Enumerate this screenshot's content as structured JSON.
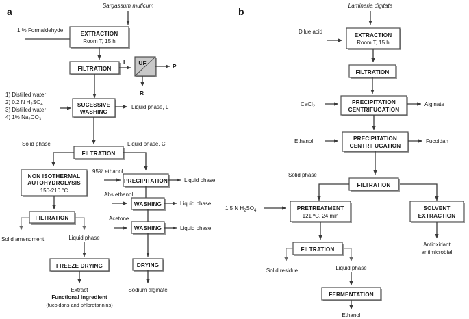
{
  "figure": {
    "panels": [
      {
        "id": "a",
        "letter": "a",
        "feedstock": "Sargassum muticum",
        "inputs": {
          "formaldehyde": "1 % Formaldehyde",
          "wash_1": "1) Distilled water",
          "wash_2a": "2) 0.2 N H",
          "wash_2b": "2",
          "wash_2c": "SO",
          "wash_2d": "4",
          "wash_3": "3) Distilled water",
          "wash_4a": "4) 1% Na",
          "wash_4b": "2",
          "wash_4c": "CO",
          "wash_4d": "3",
          "ethanol95": "95% ethanol",
          "abs_ethanol": "Abs ethanol",
          "acetone": "Acetone"
        },
        "boxes": {
          "extraction": "EXTRACTION",
          "extraction_sub": "Room T, 15 h",
          "filtration1": "FILTRATION",
          "uf": "UF",
          "washing_succ_1": "SUCESSIVE",
          "washing_succ_2": "WASHING",
          "filtration2": "FILTRATION",
          "autohydrolysis_1": "NON ISOTHERMAL",
          "autohydrolysis_2": "AUTOHYDROLYSIS",
          "autohydrolysis_sub": "150-210 °C",
          "filtration3": "FILTRATION",
          "freeze_drying": "FREEZE DRYING",
          "precipitation": "PRECIPITATION",
          "washing1": "WASHING",
          "washing2": "WASHING",
          "drying": "DRYING"
        },
        "streams": {
          "f": "F",
          "p": "P",
          "r": "R",
          "liquid_L": "Liquid phase, L",
          "solid_phase": "Solid phase",
          "liquid_C": "Liquid phase, C",
          "liquid_1": "Liquid phase",
          "liquid_2": "Liquid phase",
          "liquid_3": "Liquid phase",
          "liquid_4": "Liquid phase",
          "solid_amendment": "Solid amendment"
        },
        "products": {
          "extract": "Extract",
          "functional": "Functional ingredient",
          "functional_note": "(fucoidans and phlorotannins)",
          "sodium_alginate": "Sodium alginate"
        }
      },
      {
        "id": "b",
        "letter": "b",
        "feedstock": "Laminaria digitata",
        "inputs": {
          "dilute_acid": "Dilue acid",
          "cacl2a": "CaCl",
          "cacl2b": "2",
          "ethanol": "Ethanol",
          "h2so4a": "1.5 N H",
          "h2so4b": "2",
          "h2so4c": "SO",
          "h2so4d": "4"
        },
        "boxes": {
          "extraction": "EXTRACTION",
          "extraction_sub": "Room T, 15 h",
          "filtration1": "FILTRATION",
          "precip1_1": "PRECIPITATION",
          "precip1_2": "CENTRIFUGATION",
          "precip2_1": "PRECIPITATION",
          "precip2_2": "CENTRIFUGATION",
          "filtration2": "FILTRATION",
          "pretreatment": "PRETREATMENT",
          "pretreatment_sub": "121 ºC, 24 min",
          "solvent_1": "SOLVENT",
          "solvent_2": "EXTRACTION",
          "filtration3": "FILTRATION",
          "fermentation": "FERMENTATION"
        },
        "streams": {
          "alginate": "Alginate",
          "fucoidan": "Fucoidan",
          "solid_phase": "Solid phase",
          "solid_residue": "Solid residue",
          "liquid_phase": "Liquid phase"
        },
        "products": {
          "antioxidant_1": "Antioxidant",
          "antioxidant_2": "antimicrobial",
          "ethanol": "Ethanol"
        }
      }
    ]
  }
}
